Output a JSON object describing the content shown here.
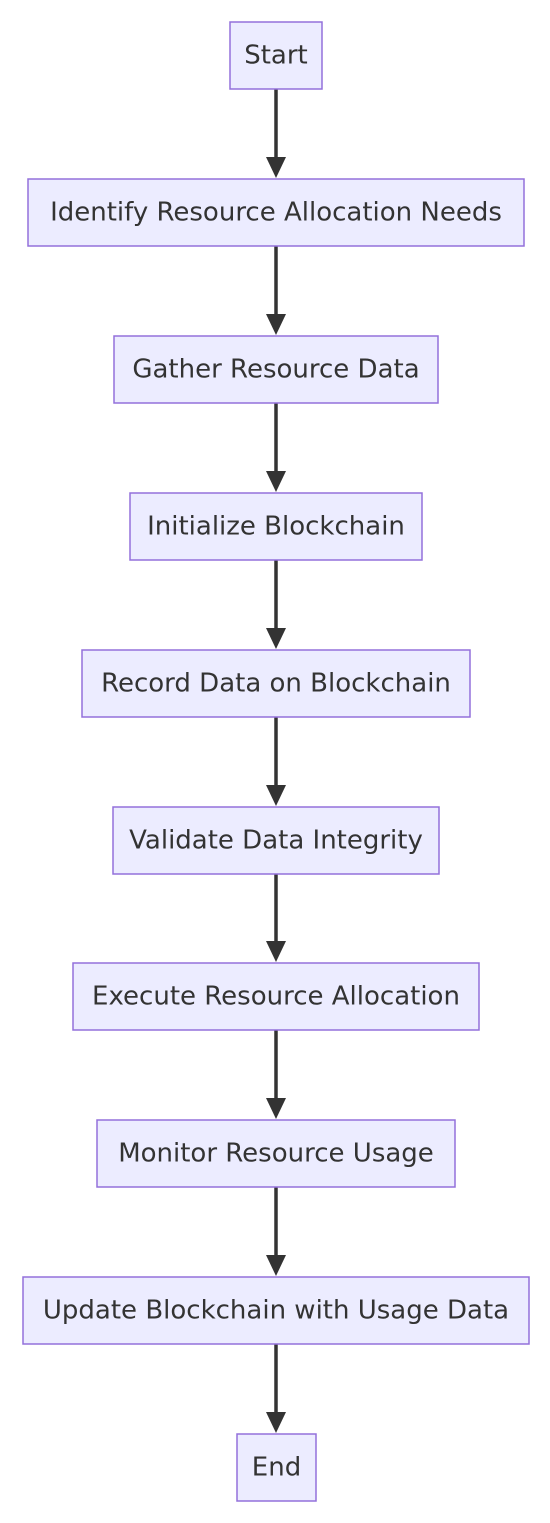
{
  "diagram": {
    "type": "flowchart",
    "direction": "top-down",
    "nodes": [
      {
        "id": "start",
        "label": "Start"
      },
      {
        "id": "identify",
        "label": "Identify Resource Allocation Needs"
      },
      {
        "id": "gather",
        "label": "Gather Resource Data"
      },
      {
        "id": "init",
        "label": "Initialize Blockchain"
      },
      {
        "id": "record",
        "label": "Record Data on Blockchain"
      },
      {
        "id": "validate",
        "label": "Validate Data Integrity"
      },
      {
        "id": "execute",
        "label": "Execute Resource Allocation"
      },
      {
        "id": "monitor",
        "label": "Monitor Resource Usage"
      },
      {
        "id": "update",
        "label": "Update Blockchain with Usage Data"
      },
      {
        "id": "end",
        "label": "End"
      }
    ],
    "edges": [
      {
        "from": "start",
        "to": "identify"
      },
      {
        "from": "identify",
        "to": "gather"
      },
      {
        "from": "gather",
        "to": "init"
      },
      {
        "from": "init",
        "to": "record"
      },
      {
        "from": "record",
        "to": "validate"
      },
      {
        "from": "validate",
        "to": "execute"
      },
      {
        "from": "execute",
        "to": "monitor"
      },
      {
        "from": "monitor",
        "to": "update"
      },
      {
        "from": "update",
        "to": "end"
      }
    ],
    "colors": {
      "node_fill": "#ECECFF",
      "node_border": "#9370DB",
      "text": "#333333",
      "edge": "#333333"
    }
  }
}
